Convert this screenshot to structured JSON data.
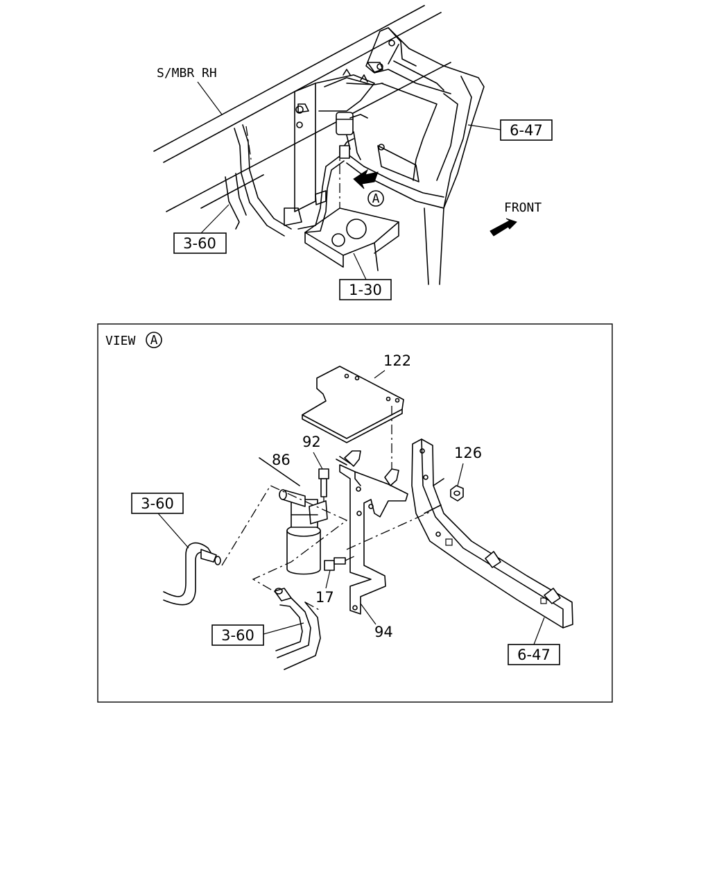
{
  "top_view": {
    "frame_label": "S/MBR RH",
    "front_label": "FRONT",
    "view_marker": "A",
    "refs": {
      "ref_6_47": "6-47",
      "ref_3_60": "3-60",
      "ref_1_30": "1-30"
    }
  },
  "detail_view": {
    "title": "VIEW",
    "marker": "A",
    "parts": {
      "p122": "122",
      "p92": "92",
      "p86": "86",
      "p126": "126",
      "p17": "17",
      "p94": "94"
    },
    "refs": {
      "ref_3_60_a": "3-60",
      "ref_3_60_b": "3-60",
      "ref_6_47": "6-47"
    }
  }
}
